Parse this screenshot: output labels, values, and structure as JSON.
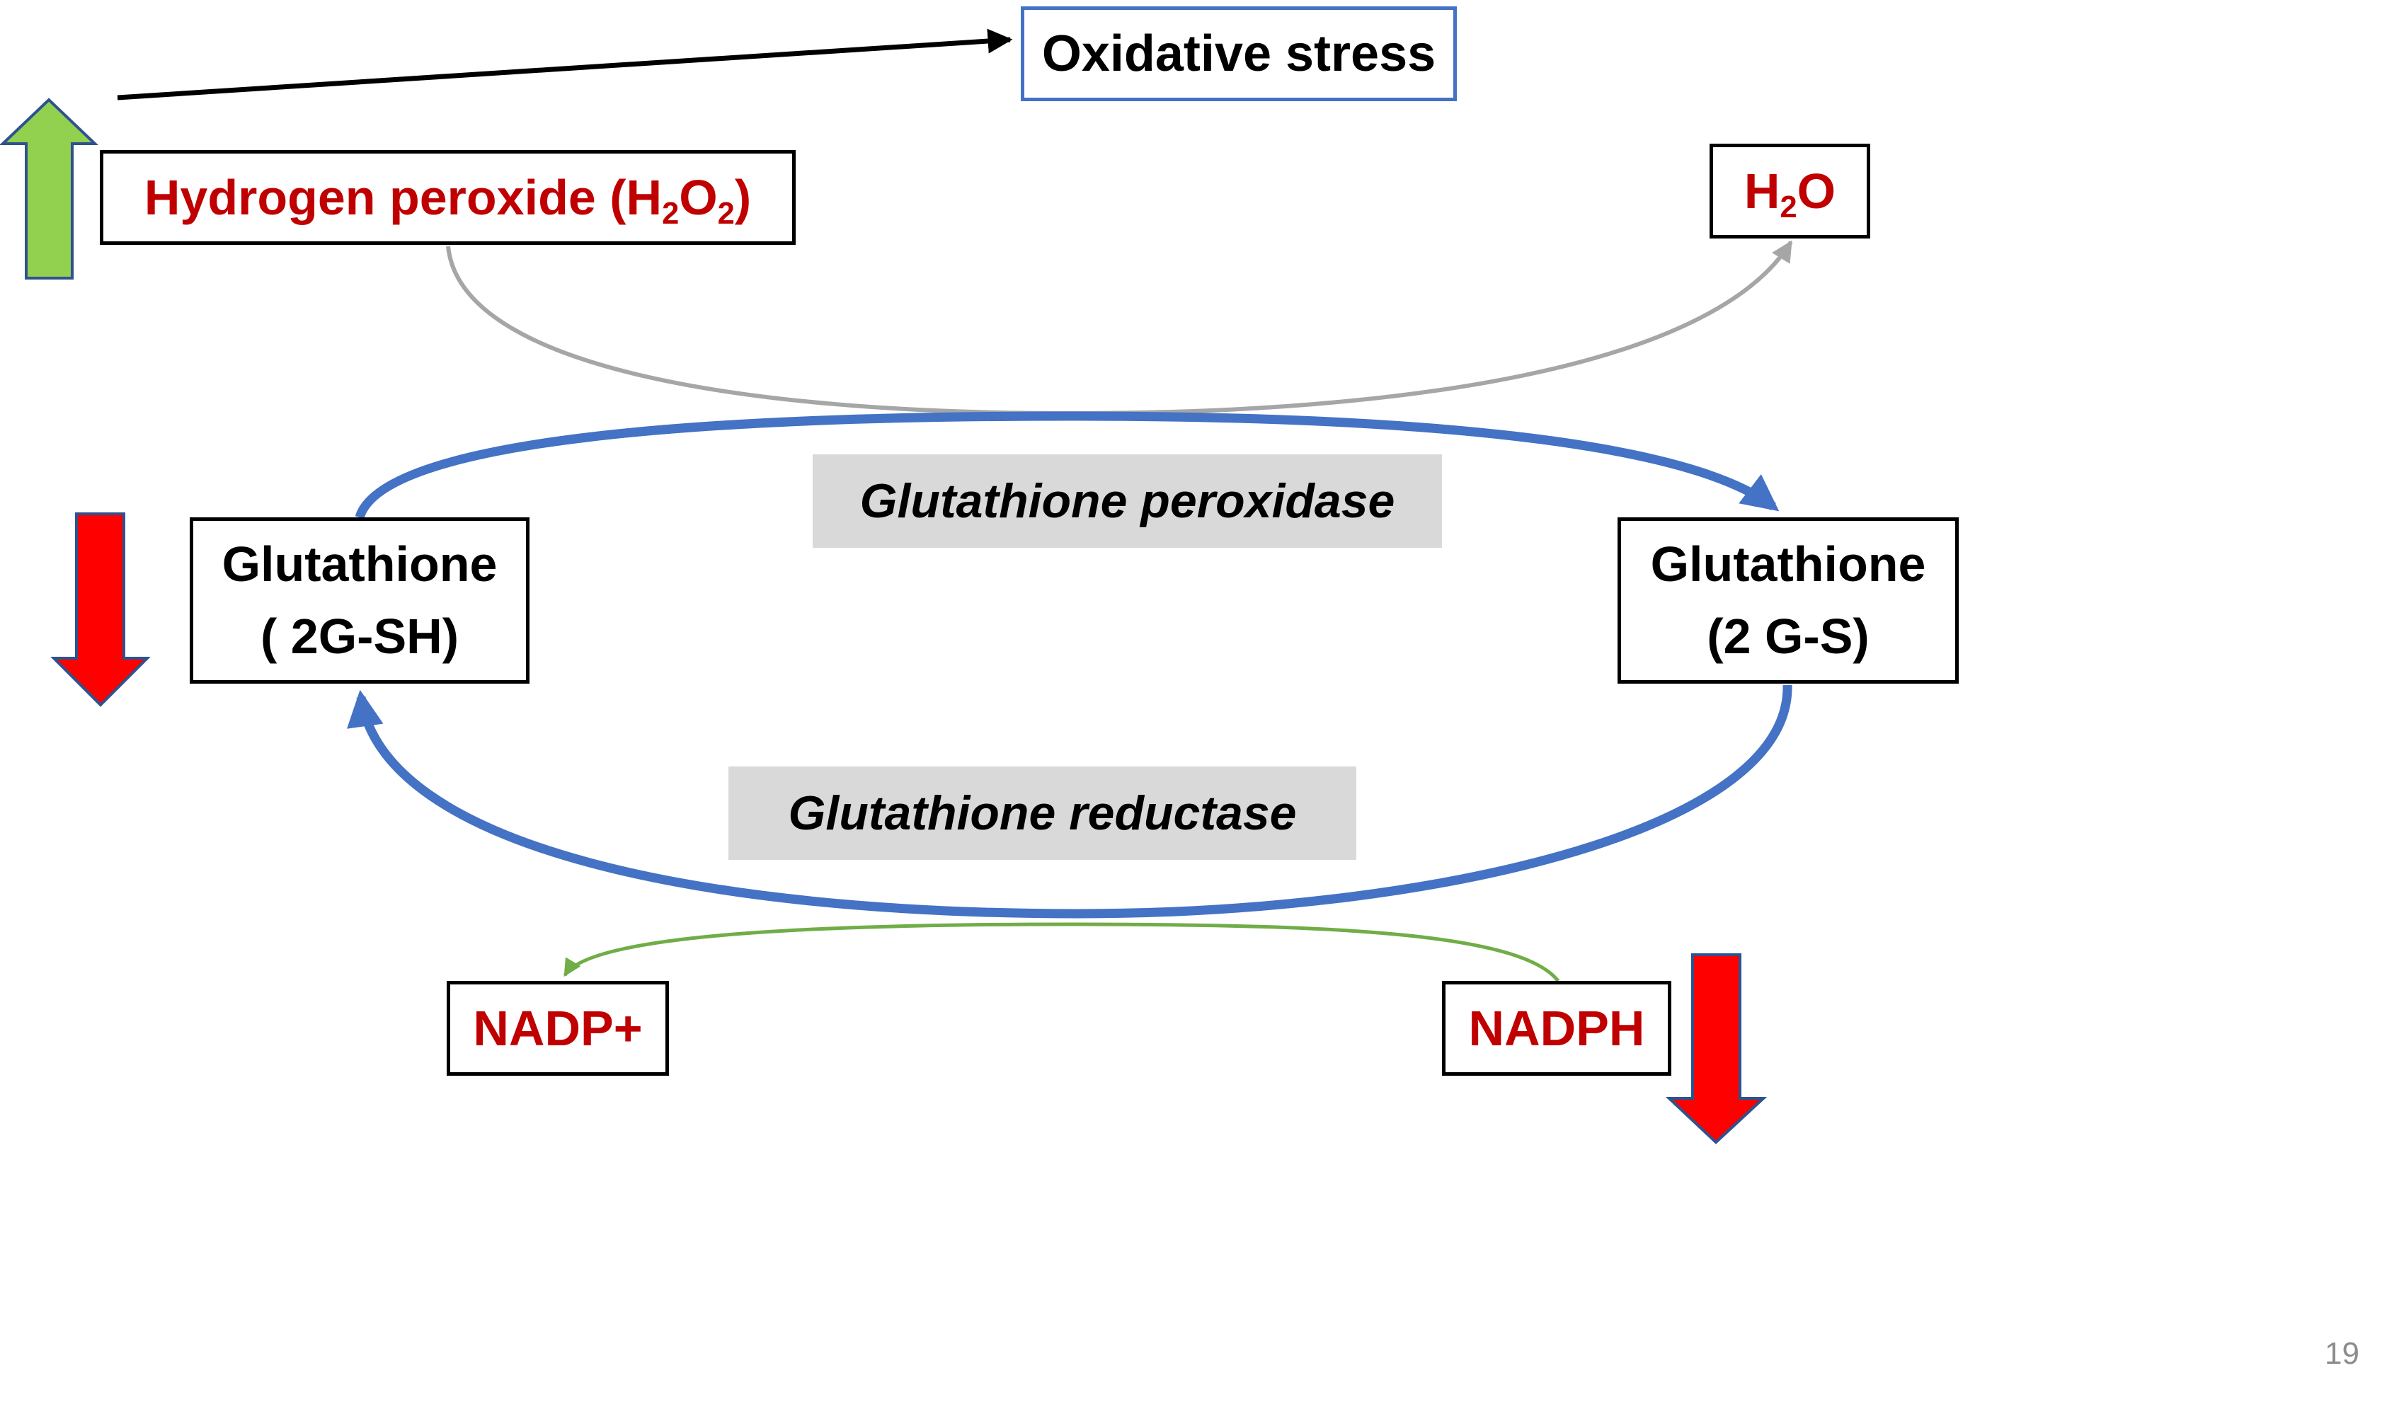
{
  "slide": {
    "page_number": "19",
    "nodes": {
      "oxidative_stress": {
        "label": "Oxidative stress"
      },
      "hydrogen_peroxide": {
        "label_prefix": "Hydrogen peroxide (H",
        "sub1": "2",
        "mid": "O",
        "sub2": "2",
        "suffix": ")"
      },
      "water": {
        "prefix": "H",
        "sub": "2",
        "suffix": "O"
      },
      "glutathione_reduced": {
        "line1": "Glutathione",
        "line2": "( 2G-SH)"
      },
      "glutathione_oxidized": {
        "line1": "Glutathione",
        "line2": "(2 G-S)"
      },
      "nadp_plus": {
        "label": "NADP+"
      },
      "nadph": {
        "label": "NADPH"
      }
    },
    "enzymes": {
      "peroxidase": "Glutathione peroxidase",
      "reductase": "Glutathione reductase"
    },
    "indicators": {
      "hydrogen_peroxide": {
        "direction": "up",
        "color": "#92d050"
      },
      "glutathione_reduced": {
        "direction": "down",
        "color": "#ff0000"
      },
      "nadph": {
        "direction": "down",
        "color": "#ff0000"
      }
    },
    "colors": {
      "metabolite_text": "#c00000",
      "cycle_arrow": "#4472c4",
      "h2o2_conversion_arrow": "#a6a6a6",
      "nadph_arrow": "#70ad47",
      "enzyme_background": "#d9d9d9",
      "oxidative_stress_border": "#4472c4"
    }
  }
}
